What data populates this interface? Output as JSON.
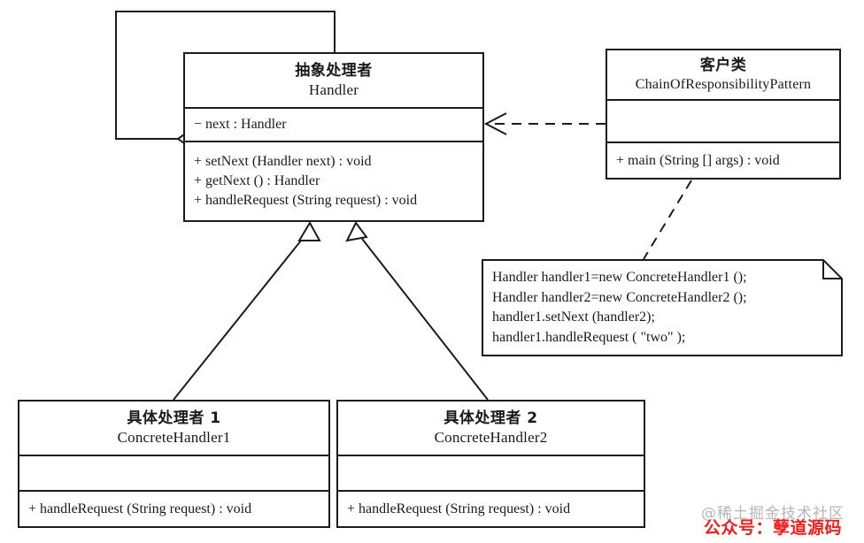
{
  "diagram": {
    "title": "Chain Of Responsibility Pattern UML Class Diagram",
    "stroke_color": "#1b1b1b",
    "background": "#ffffff"
  },
  "classes": {
    "handler": {
      "cn_name": "抽象处理者",
      "en_name": "Handler",
      "attributes": [
        "− next : Handler"
      ],
      "operations": [
        "+ setNext (Handler next) : void",
        "+ getNext () : Handler",
        "+ handleRequest (String request) : void"
      ]
    },
    "client": {
      "cn_name": "客户类",
      "en_name": "ChainOfResponsibilityPattern",
      "attributes": [],
      "operations": [
        "+ main (String [] args) : void"
      ]
    },
    "concrete1": {
      "cn_name": "具体处理者 1",
      "en_name": "ConcreteHandler1",
      "attributes": [],
      "operations": [
        "+ handleRequest (String request) : void"
      ]
    },
    "concrete2": {
      "cn_name": "具体处理者 2",
      "en_name": "ConcreteHandler2",
      "attributes": [],
      "operations": [
        "+ handleRequest (String request) : void"
      ]
    }
  },
  "note": {
    "lines": [
      "Handler handler1=new ConcreteHandler1 ();",
      "Handler handler2=new ConcreteHandler2 ();",
      "handler1.setNext (handler2);",
      "handler1.handleRequest (  \"two\"  );"
    ]
  },
  "relationships": {
    "self_aggregation": "aggregation-handler-next",
    "dependency_client_handler": "dependency-client-to-handler",
    "note_anchor": "note-anchor-client",
    "generalization_1": "generalization-concretehandler1-to-handler",
    "generalization_2": "generalization-concretehandler2-to-handler"
  },
  "watermarks": {
    "gray": "@稀土掘金技术社区",
    "gray_color": "#787878",
    "red": "公众号：孽道源码",
    "red_color": "#f21d1d"
  }
}
